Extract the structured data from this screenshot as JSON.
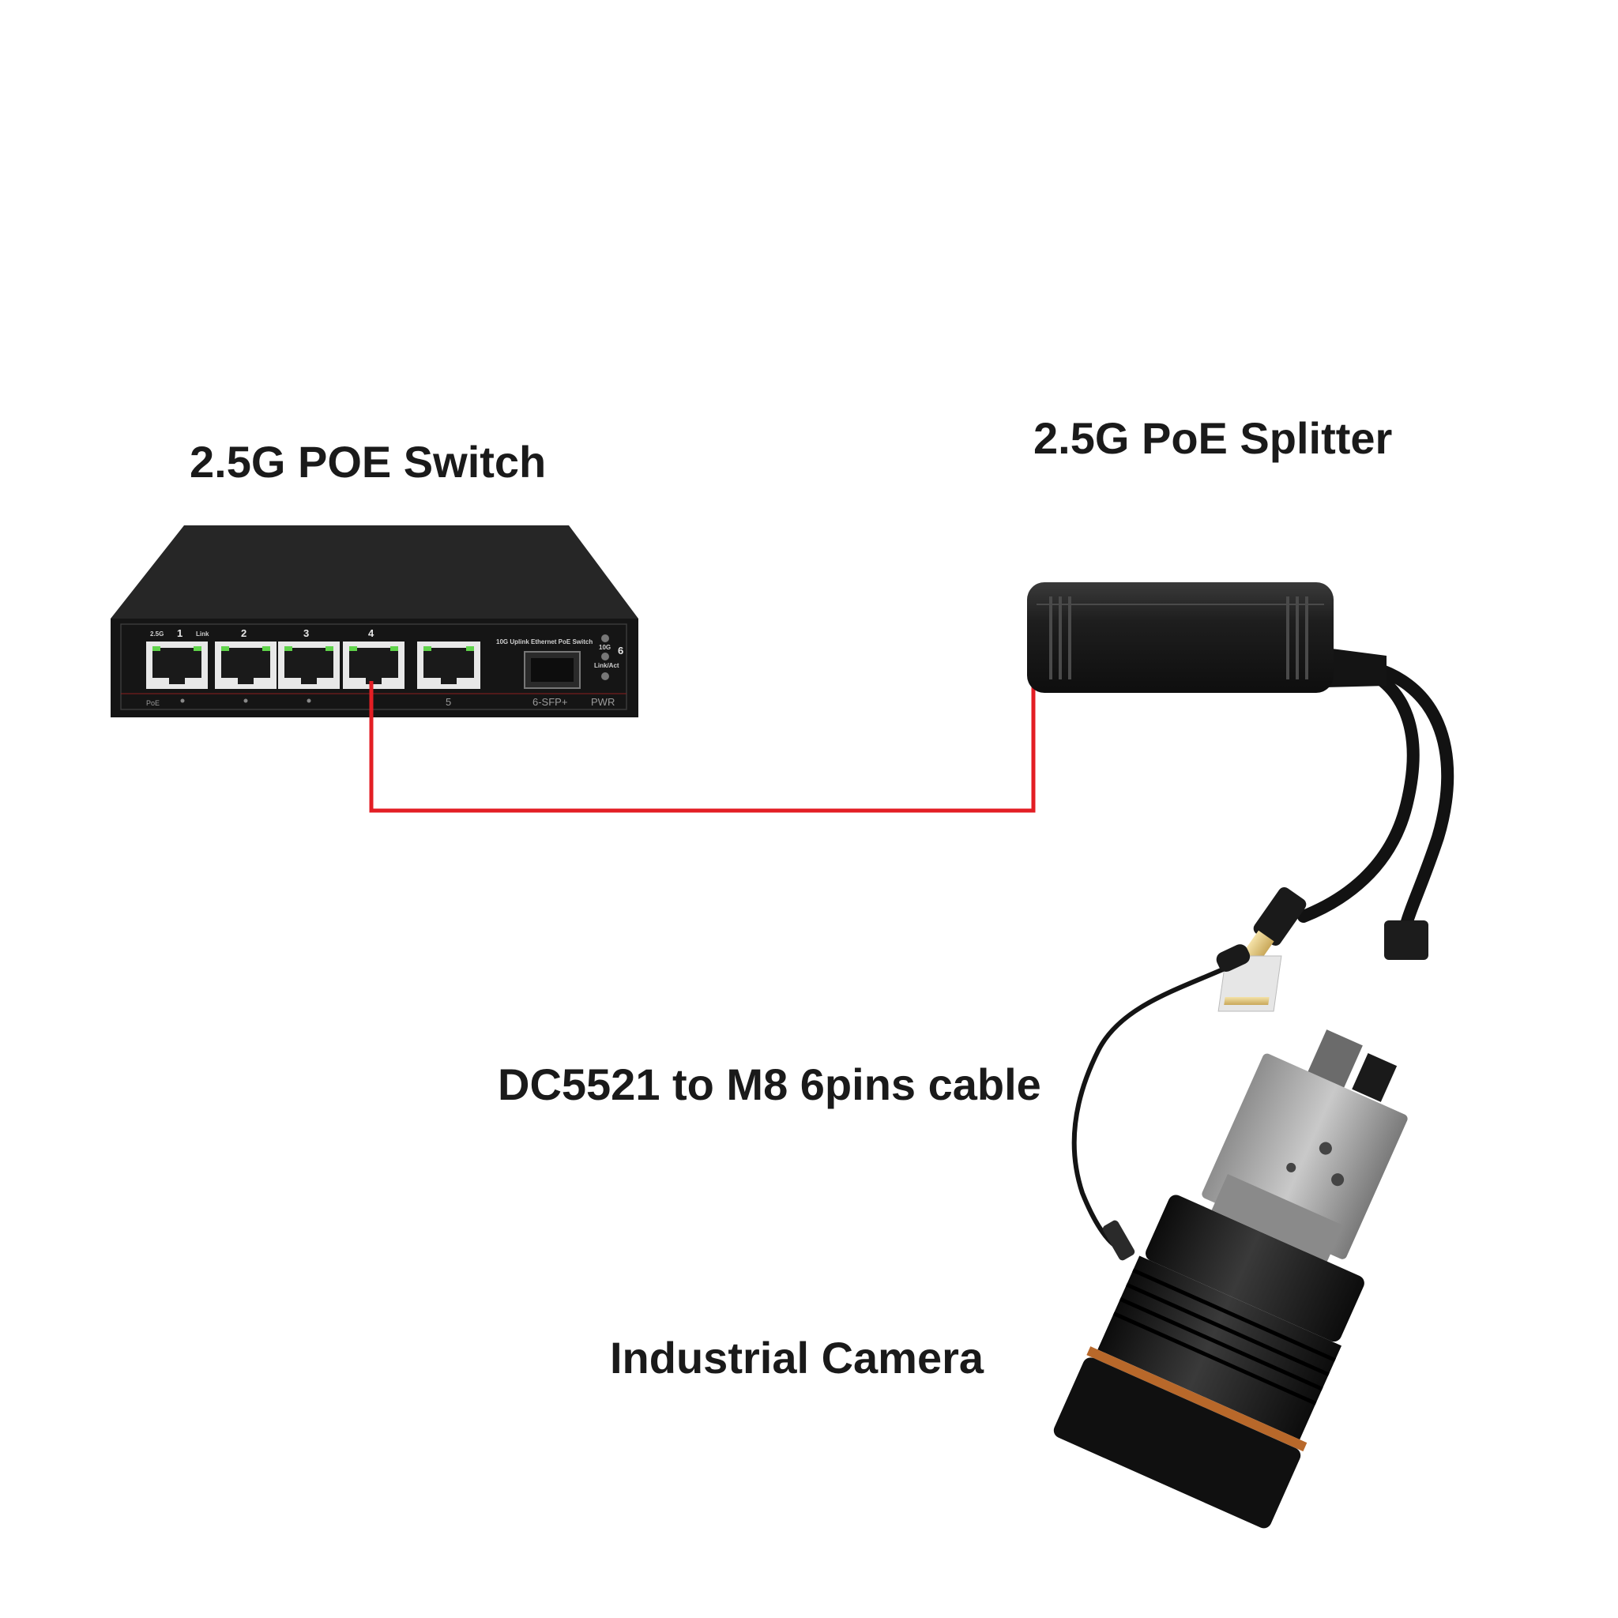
{
  "labels": {
    "switch": "2.5G POE Switch",
    "splitter": "2.5G PoE Splitter",
    "cable": "DC5521 to M8 6pins cable",
    "camera": "Industrial Camera"
  },
  "switch_panel": {
    "speed_label": "2.5G",
    "link_label": "Link",
    "poe_label": "PoE",
    "ports": [
      "1",
      "2",
      "3",
      "4",
      "5"
    ],
    "uplink_label": "10G Uplink Ethernet PoE Switch",
    "led_10g": "10G",
    "led_link": "Link/Act",
    "port6": "6",
    "sfp_label": "6-SFP+",
    "pwr_label": "PWR"
  },
  "colors": {
    "connection_line": "#e31e24",
    "device_body": "#1c1c1c",
    "port_led": "#5fd34a"
  }
}
